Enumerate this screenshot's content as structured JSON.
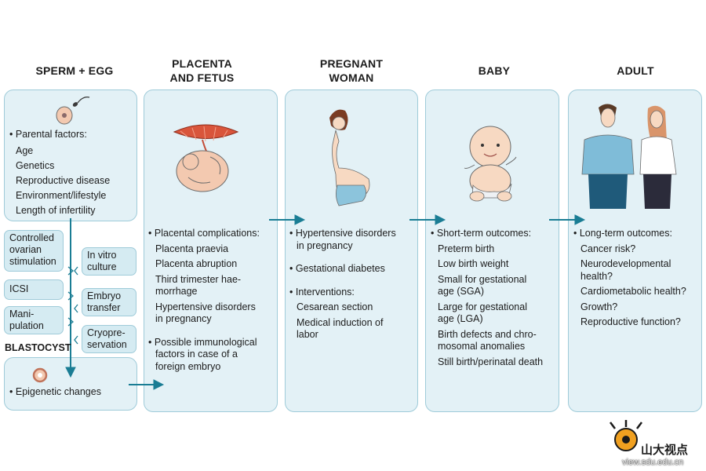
{
  "headings": {
    "sperm_egg": "SPERM + EGG",
    "placenta_fetus_1": "PLACENTA",
    "placenta_fetus_2": "AND FETUS",
    "pregnant_woman_1": "PREGNANT",
    "pregnant_woman_2": "WOMAN",
    "baby": "BABY",
    "adult": "ADULT"
  },
  "sperm_egg": {
    "parental_factors": "Parental factors:",
    "items": [
      "Age",
      "Genetics",
      "Reproductive disease",
      "Environment/lifestyle",
      "Length of infertility"
    ]
  },
  "art_boxes": {
    "controlled_1": "Controlled",
    "controlled_2": "ovarian",
    "controlled_3": "stimulation",
    "icsi": "ICSI",
    "manipulation_1": "Mani-",
    "manipulation_2": "pulation",
    "in_vitro_1": "In vitro",
    "in_vitro_2": "culture",
    "embryo_1": "Embryo",
    "embryo_2": "transfer",
    "cryo_1": "Cryopre-",
    "cryo_2": "servation"
  },
  "blastocyst": {
    "label": "BLASTOCYST",
    "item": "Epigenetic changes"
  },
  "placenta": {
    "complications": "Placental complications:",
    "items": [
      [
        "Placenta praevia"
      ],
      [
        "Placenta abruption"
      ],
      [
        "Third trimester hae-",
        "morrhage"
      ],
      [
        "Hypertensive disorders",
        "in pregnancy"
      ]
    ],
    "immuno": [
      "Possible immunological",
      "factors in case of a",
      "foreign embryo"
    ]
  },
  "woman": {
    "hypertensive": [
      "Hypertensive disorders",
      "in pregnancy"
    ],
    "diabetes": "Gestational diabetes",
    "interventions": "Interventions:",
    "items": [
      [
        "Cesarean section"
      ],
      [
        "Medical induction of",
        "labor"
      ]
    ]
  },
  "baby": {
    "short_term": "Short-term outcomes:",
    "items": [
      [
        "Preterm birth"
      ],
      [
        "Low birth weight"
      ],
      [
        "Small for gestational",
        "age (SGA)"
      ],
      [
        "Large for gestational",
        "age (LGA)"
      ],
      [
        "Birth defects and chro-",
        "mosomal anomalies"
      ],
      [
        "Still birth/perinatal death"
      ]
    ]
  },
  "adult": {
    "long_term": "Long-term outcomes:",
    "items": [
      [
        "Cancer risk?"
      ],
      [
        "Neurodevelopmental",
        "health?"
      ],
      [
        "Cardiometabolic health?"
      ],
      [
        "Growth?"
      ],
      [
        "Reproductive function?"
      ]
    ]
  },
  "watermark": {
    "name": "山大视点",
    "url": "view.sdu.edu.cn"
  },
  "colors": {
    "panel_fill": "#e3f1f6",
    "panel_border": "#9fcbd9",
    "arrow": "#1a7d94",
    "placenta_red": "#d9553b",
    "skin": "#f7d9c2",
    "shirt_blue": "#5ba4c8"
  }
}
